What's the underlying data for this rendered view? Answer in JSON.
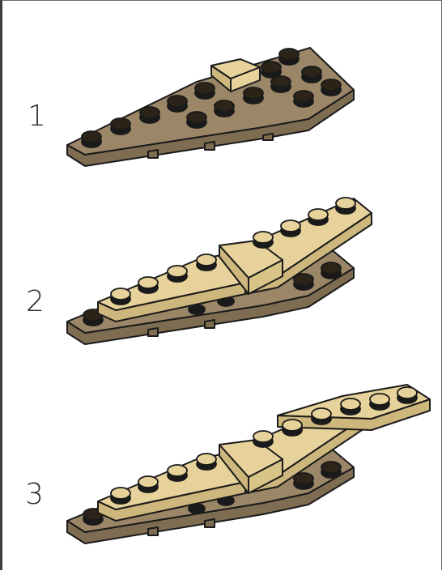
{
  "steps": [
    {
      "number": "1"
    },
    {
      "number": "2"
    },
    {
      "number": "3"
    }
  ],
  "colors": {
    "dark_tan": "#9b8768",
    "dark_tan_side": "#7f6d52",
    "tan": "#e6d29a",
    "tan_side": "#cdb77c",
    "stud_top": "#2c2418",
    "outline": "#1a1a1a"
  },
  "icons": [
    "lego-wedge-plate-dark-tan",
    "lego-wedge-plate-tan",
    "lego-slope-brick-tan"
  ]
}
